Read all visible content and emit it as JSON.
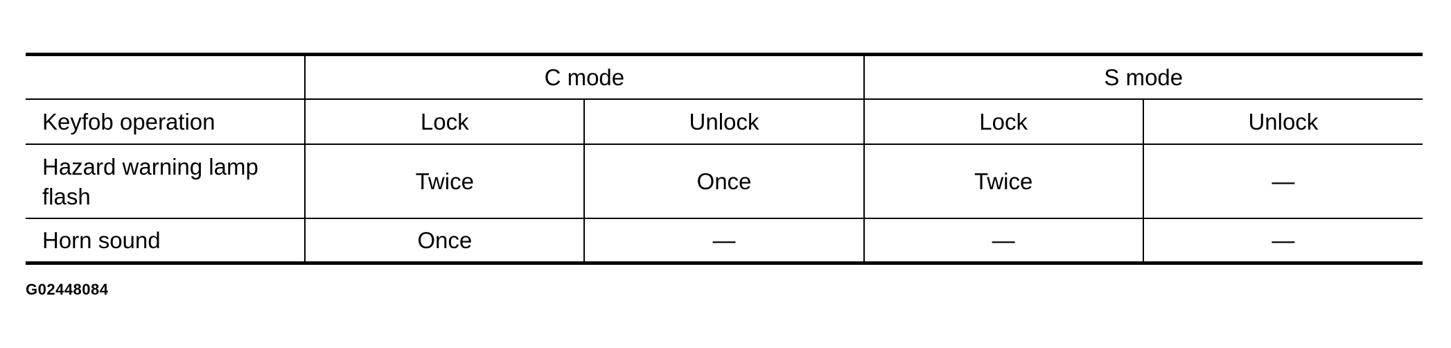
{
  "table": {
    "group_headers": {
      "blank": "",
      "c_mode": "C mode",
      "s_mode": "S mode"
    },
    "column_headers": [
      "Keyfob operation",
      "Lock",
      "Unlock",
      "Lock",
      "Unlock"
    ],
    "rows": [
      {
        "label": "Hazard warning lamp flash",
        "values": [
          "Twice",
          "Once",
          "Twice",
          "—"
        ]
      },
      {
        "label": "Horn sound",
        "values": [
          "Once",
          "—",
          "—",
          "—"
        ]
      }
    ]
  },
  "figure_id": "G02448084"
}
